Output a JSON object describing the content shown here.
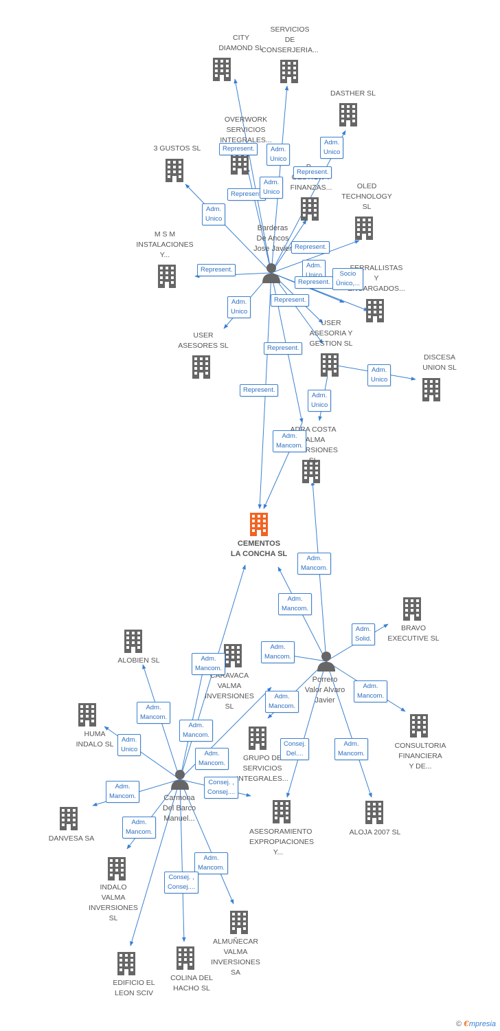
{
  "colors": {
    "edge": "#3a80d2",
    "building": "#666666",
    "center_building": "#f26322",
    "person": "#666666"
  },
  "center": {
    "label": "CEMENTOS\nLA CONCHA SL",
    "icon": "building-icon"
  },
  "companies": [
    {
      "id": "city",
      "label": "CITY\nDIAMOND SL"
    },
    {
      "id": "servicios",
      "label": "SERVICIOS\nDE\nCONSERJERIA..."
    },
    {
      "id": "dasther",
      "label": "DASTHER SL"
    },
    {
      "id": "overwork",
      "label": "OVERWORK\nSERVICIOS\nINTEGRALES..."
    },
    {
      "id": "3gustos",
      "label": "3 GUSTOS SL"
    },
    {
      "id": "pgestion",
      "label": "P...\nGESTION Y\nFINANZAS..."
    },
    {
      "id": "oled",
      "label": "OLED\nTECHNOLOGY\nSL"
    },
    {
      "id": "msm",
      "label": "M S M\nINSTALACIONES\nY..."
    },
    {
      "id": "ferrallistas",
      "label": "FERRALLISTAS\nY\nENCARGADOS..."
    },
    {
      "id": "userasesores",
      "label": "USER\nASESORES SL"
    },
    {
      "id": "userasesoria",
      "label": "USER\nASESORIA Y\nGESTION SL"
    },
    {
      "id": "discesa",
      "label": "DISCESA\nUNION SL"
    },
    {
      "id": "adracosta",
      "label": "ADRA COSTA\nVALMA\nINVERSIONES SL"
    },
    {
      "id": "bravo",
      "label": "BRAVO\nEXECUTIVE SL"
    },
    {
      "id": "alobien",
      "label": "ALOBIEN SL"
    },
    {
      "id": "caravaca",
      "label": "CARAVACA\nVALMA\nINVERSIONES SL"
    },
    {
      "id": "huma",
      "label": "HUMA\nINDALO SL"
    },
    {
      "id": "consultoria",
      "label": "CONSULTORIA\nFINANCIERA\nY DE..."
    },
    {
      "id": "grupo",
      "label": "GRUPO DE\nSERVICIOS\nINTEGRALES..."
    },
    {
      "id": "danvesa",
      "label": "DANVESA SA"
    },
    {
      "id": "asesoramiento",
      "label": "ASESORAMIENTO\nEXPROPIACIONES\nY..."
    },
    {
      "id": "aloja",
      "label": "ALOJA 2007 SL"
    },
    {
      "id": "indalo",
      "label": "INDALO\nVALMA\nINVERSIONES SL"
    },
    {
      "id": "almunecar",
      "label": "ALMUÑECAR\nVALMA\nINVERSIONES SA"
    },
    {
      "id": "edificio",
      "label": "EDIFICIO EL\nLEON SCIV"
    },
    {
      "id": "colina",
      "label": "COLINA DEL\nHACHO SL"
    }
  ],
  "persons": [
    {
      "id": "barderas",
      "label": "Barderas\nDe Ancos\nJose Javier"
    },
    {
      "id": "porrero",
      "label": "Porrero\nValor Alvaro\nJavier"
    },
    {
      "id": "carmona",
      "label": "Carmona\nDel Barco\nManuel..."
    }
  ],
  "edge_labels": [
    {
      "id": "e1",
      "text": "Represent."
    },
    {
      "id": "e2",
      "text": "Adm.\nUnico"
    },
    {
      "id": "e3",
      "text": "Adm.\nUnico"
    },
    {
      "id": "e4",
      "text": "Represent."
    },
    {
      "id": "e5",
      "text": "Represent."
    },
    {
      "id": "e6",
      "text": "Adm.\nUnico"
    },
    {
      "id": "e7",
      "text": "Adm.\nUnico"
    },
    {
      "id": "e8",
      "text": "Represent."
    },
    {
      "id": "e9",
      "text": "Represent."
    },
    {
      "id": "e10",
      "text": "Adm.\nUnico"
    },
    {
      "id": "e11",
      "text": "Represent."
    },
    {
      "id": "e12",
      "text": "Socio\nÚnico,..."
    },
    {
      "id": "e13",
      "text": "Adm.\nUnico"
    },
    {
      "id": "e14",
      "text": "Represent."
    },
    {
      "id": "e15",
      "text": "Represent."
    },
    {
      "id": "e16",
      "text": "Represent."
    },
    {
      "id": "e17",
      "text": "Adm.\nUnico"
    },
    {
      "id": "e18",
      "text": "Adm.\nUnico"
    },
    {
      "id": "e19",
      "text": "Adm.\nMancom."
    },
    {
      "id": "e20",
      "text": "Adm.\nMancom."
    },
    {
      "id": "e21",
      "text": "Adm.\nMancom."
    },
    {
      "id": "e22",
      "text": "Adm.\nSolid."
    },
    {
      "id": "e23",
      "text": "Adm.\nMancom."
    },
    {
      "id": "e24",
      "text": "Adm.\nMancom."
    },
    {
      "id": "e25",
      "text": "Adm.\nMancom."
    },
    {
      "id": "e26",
      "text": "Adm.\nMancom."
    },
    {
      "id": "e27",
      "text": "Consej.\nDel...."
    },
    {
      "id": "e28",
      "text": "Adm.\nMancom."
    },
    {
      "id": "e29",
      "text": "Adm.\nMancom."
    },
    {
      "id": "e30",
      "text": "Adm.\nMancom."
    },
    {
      "id": "e31",
      "text": "Adm.\nUnico"
    },
    {
      "id": "e32",
      "text": "Adm.\nMancom."
    },
    {
      "id": "e33",
      "text": "Consej. ,\nConsej...."
    },
    {
      "id": "e34",
      "text": "Adm.\nMancom."
    },
    {
      "id": "e35",
      "text": "Adm.\nMancom."
    },
    {
      "id": "e36",
      "text": "Adm.\nMancom."
    },
    {
      "id": "e37",
      "text": "Consej. ,\nConsej...."
    }
  ],
  "footer": {
    "copyright": "©",
    "brand_e": "€",
    "brand_rest": "mpresia"
  }
}
